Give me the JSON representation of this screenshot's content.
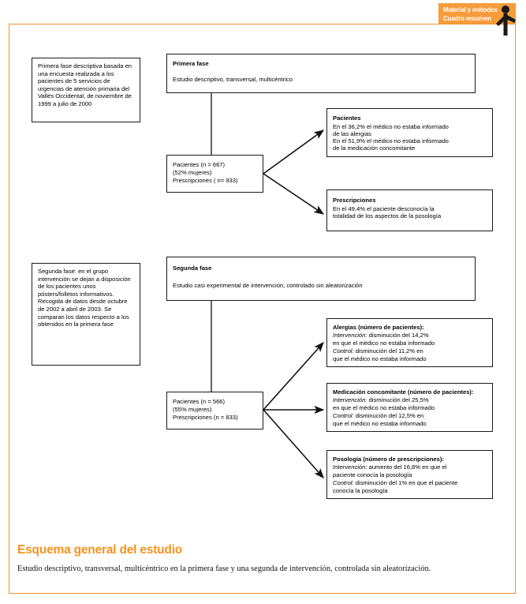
{
  "badge": {
    "line1": "Material y métodos",
    "line2": "Cuadro resumen",
    "color": "#F79C3B",
    "icon": "presenter-person-icon"
  },
  "frame": {
    "color": "#F0912D"
  },
  "diagram": {
    "type": "flowchart",
    "phase1": {
      "side_note": "Primera fase descriptiva basada en una encuesta realizada a los pacientes de 5 servicios de urgencias de atención primaria del Vallès Occidental, de noviembre de 1999 a julio de 2000",
      "header_title": "Primera fase",
      "header_sub": "Estudio descriptivo, transversal, multicéntrico",
      "node": {
        "line1": "Pacientes (n = 667)",
        "line2": "(52% mujeres)",
        "line3": "Prescripciones ( n= 933)"
      },
      "outcomes": [
        {
          "title": "Pacientes",
          "lines": [
            "En el 36,2% el médico no estaba informado",
            "  de las alergias",
            "En el 51,9% el médico no estaba informado",
            "de la medicación concomitante"
          ]
        },
        {
          "title": "Prescripciones",
          "lines": [
            "En el 49,4% el paciente desconocía la",
            "totalidad de los aspectos de la posología"
          ]
        }
      ]
    },
    "phase2": {
      "side_note": "Segunda fase: en el grupo intervención se dejan a disposición de los pacientes unos pósters/folletos informativos. Recogida de datos desde octubre de 2002 a abril de 2003. Se comparan los datos respecto a los obtenidos en la primera fase",
      "header_title": "Segunda fase",
      "header_sub": "Estudio casi experimental de intervención, controlado sin aleatorización",
      "node": {
        "line1": "Pacientes (n = 566)",
        "line2": "(55% mujeres)",
        "line3": "Prescripciones (n = 833)"
      },
      "outcomes": [
        {
          "title": "Alergias (número de pacientes):",
          "interv_label": "Intervención:",
          "interv_text": " disminución del 14,2%",
          "interv_cont": "en que el médico no estaba informado",
          "control_label": "Control:",
          "control_text": " disminución del 11,2% en",
          "control_cont": "que el médico no estaba informado"
        },
        {
          "title": "Medicación concomitante (número de pacientes):",
          "interv_label": "Intervención:",
          "interv_text": " disminución del 25,5%",
          "interv_cont": "en que el médico no estaba informado",
          "control_label": "Control:",
          "control_text": " disminución del 12,5% en",
          "control_cont": "que el médico no estaba informado"
        },
        {
          "title": "Posología (número de prescripciones):",
          "interv_label": "Intervención:",
          "interv_text": " aumento del 16,8% en que el",
          "interv_cont": "paciente conocía la posología",
          "control_label": "Control:",
          "control_text": " disminución del 1% en que el paciente",
          "control_cont": "conocía la posología"
        }
      ]
    }
  },
  "caption": {
    "title": "Esquema general del estudio",
    "subtitle": "Estudio descriptivo, transversal, multicéntrico en la primera fase y una segunda de intervención, controlada sin aleatorización."
  }
}
